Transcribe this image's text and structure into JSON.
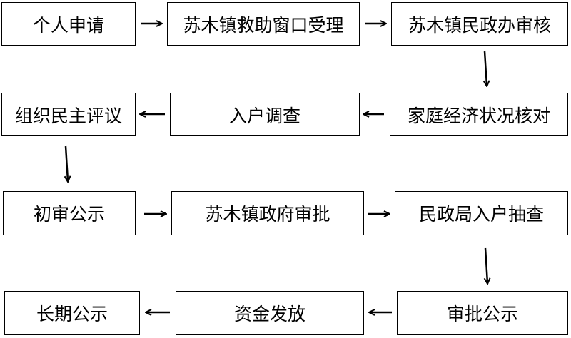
{
  "steps": [
    "个人申请",
    "苏木镇救助窗口受理",
    "苏木镇民政办审核",
    "家庭经济状况核对",
    "入户调查",
    "组织民主评议",
    "初审公示",
    "苏木镇政府审批",
    "民政局入户抽查",
    "审批公示",
    "资金发放",
    "长期公示"
  ]
}
